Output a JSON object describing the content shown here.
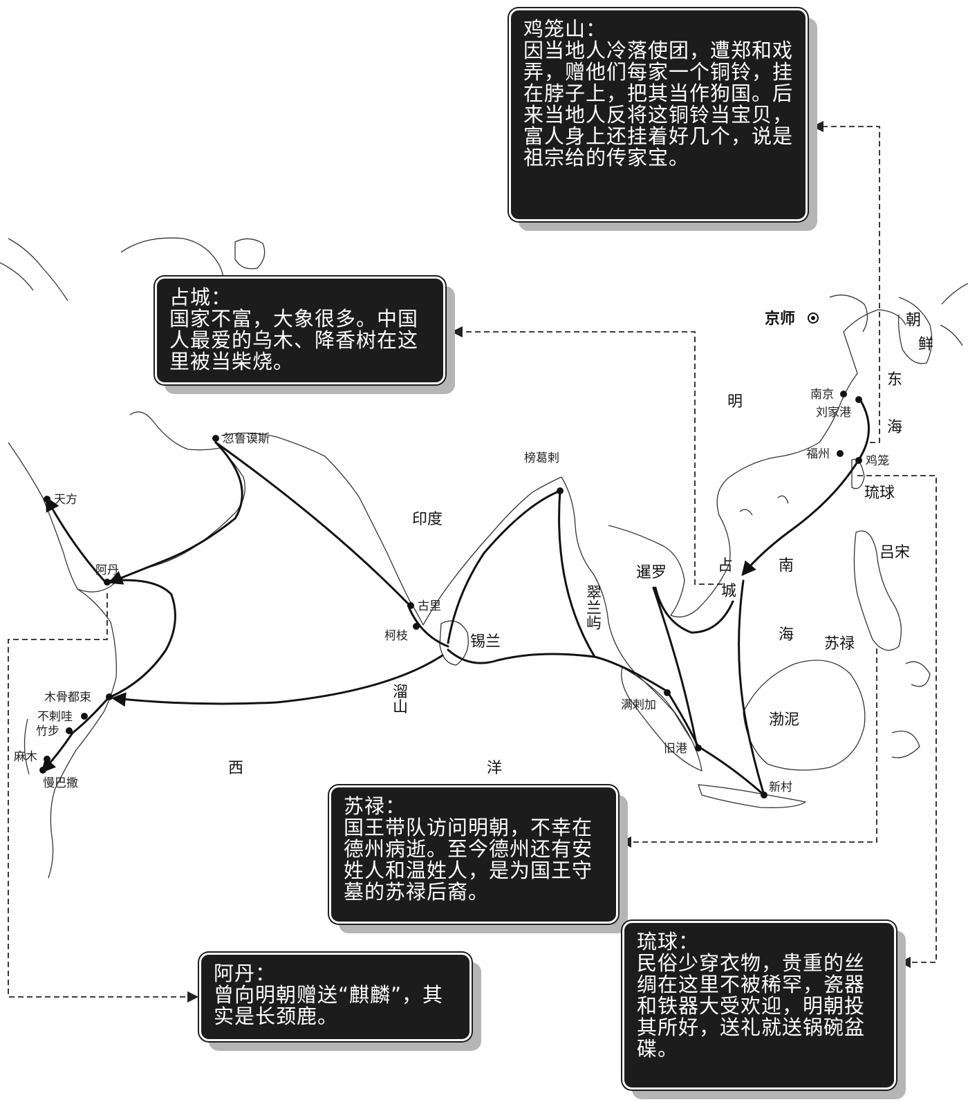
{
  "capital": {
    "label": "京师"
  },
  "ports": [
    {
      "name": "忽鲁谟斯"
    },
    {
      "name": "天方"
    },
    {
      "name": "阿丹"
    },
    {
      "name": "古里"
    },
    {
      "name": "柯枝"
    },
    {
      "name": "木骨都束"
    },
    {
      "name": "不剌哇"
    },
    {
      "name": "竹步"
    },
    {
      "name": "麻木"
    },
    {
      "name": "慢巴撒"
    },
    {
      "name": "榜葛剌"
    },
    {
      "name": "满剌加"
    },
    {
      "name": "旧港"
    },
    {
      "name": "新村"
    },
    {
      "name": "南京"
    },
    {
      "name": "刘家港"
    },
    {
      "name": "福州"
    },
    {
      "name": "鸡笼"
    }
  ],
  "regions": {
    "ming": "明",
    "korea_1": "朝",
    "korea_2": "鲜",
    "east_sea_1": "东",
    "east_sea_2": "海",
    "ryukyu": "琉球",
    "luzon": "吕宋",
    "south_sea_1": "南",
    "south_sea_2": "海",
    "sulu": "苏禄",
    "brunei": "渤泥",
    "champa_1": "占",
    "champa_2": "城",
    "siam": "暹罗",
    "india": "印度",
    "ceylon": "锡兰",
    "nicobar_1": "翠",
    "nicobar_2": "兰",
    "nicobar_3": "屿",
    "maldives_1": "溜",
    "maldives_2": "山",
    "west_ocean_1": "西",
    "west_ocean_2": "洋"
  },
  "boxes": {
    "jilong": {
      "title": "鸡笼山：",
      "body": "因当地人冷落使团，遭郑和戏弄，赠他们每家一个铜铃，挂在脖子上，把其当作狗国。后来当地人反将这铜铃当宝贝，富人身上还挂着好几个，说是祖宗给的传家宝。"
    },
    "champa": {
      "title": "占城：",
      "body": "国家不富，大象很多。中国人最爱的乌木、降香树在这里被当柴烧。"
    },
    "sulu": {
      "title": "苏禄：",
      "body": "国王带队访问明朝，不幸在德州病逝。至今德州还有安姓人和温姓人，是为国王守墓的苏禄后裔。"
    },
    "aden": {
      "title": "阿丹：",
      "body": "曾向明朝赠送“麒麟”，其实是长颈鹿。"
    },
    "ryukyu": {
      "title": "琉球：",
      "body": "民俗少穿衣物，贵重的丝绸在这里不被稀罕，瓷器和铁器大受欢迎，明朝投其所好，送礼就送锅碗盆碟。"
    }
  }
}
